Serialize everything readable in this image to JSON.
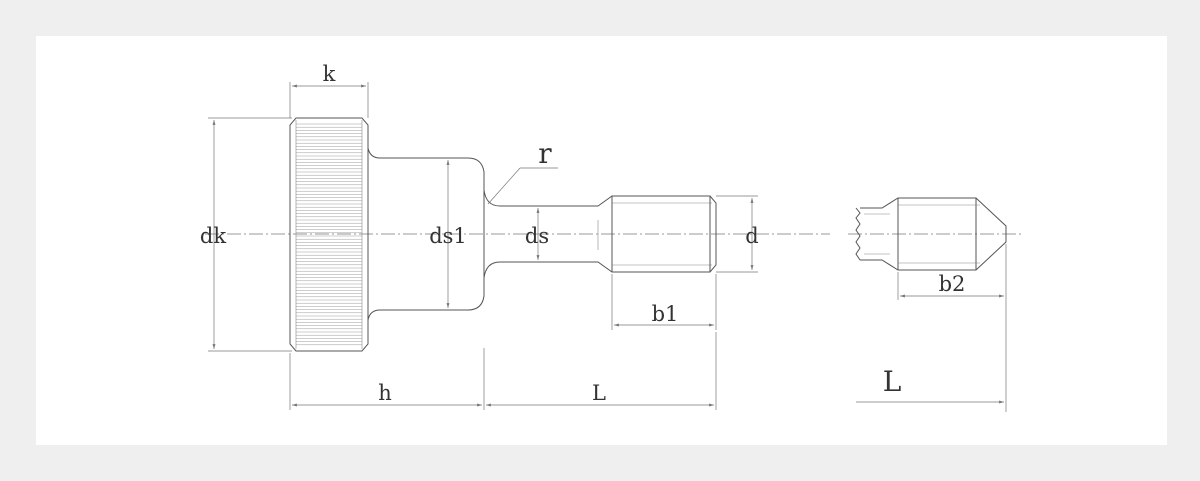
{
  "labels": {
    "k": "k",
    "r": "r",
    "dk": "dk",
    "ds1": "ds1",
    "ds": "ds",
    "d": "d",
    "b1": "b1",
    "b2": "b2",
    "h": "h",
    "L_main": "L",
    "L_alt": "L"
  },
  "colors": {
    "background": "#efefef",
    "paper": "#ffffff",
    "line": "#555555"
  }
}
